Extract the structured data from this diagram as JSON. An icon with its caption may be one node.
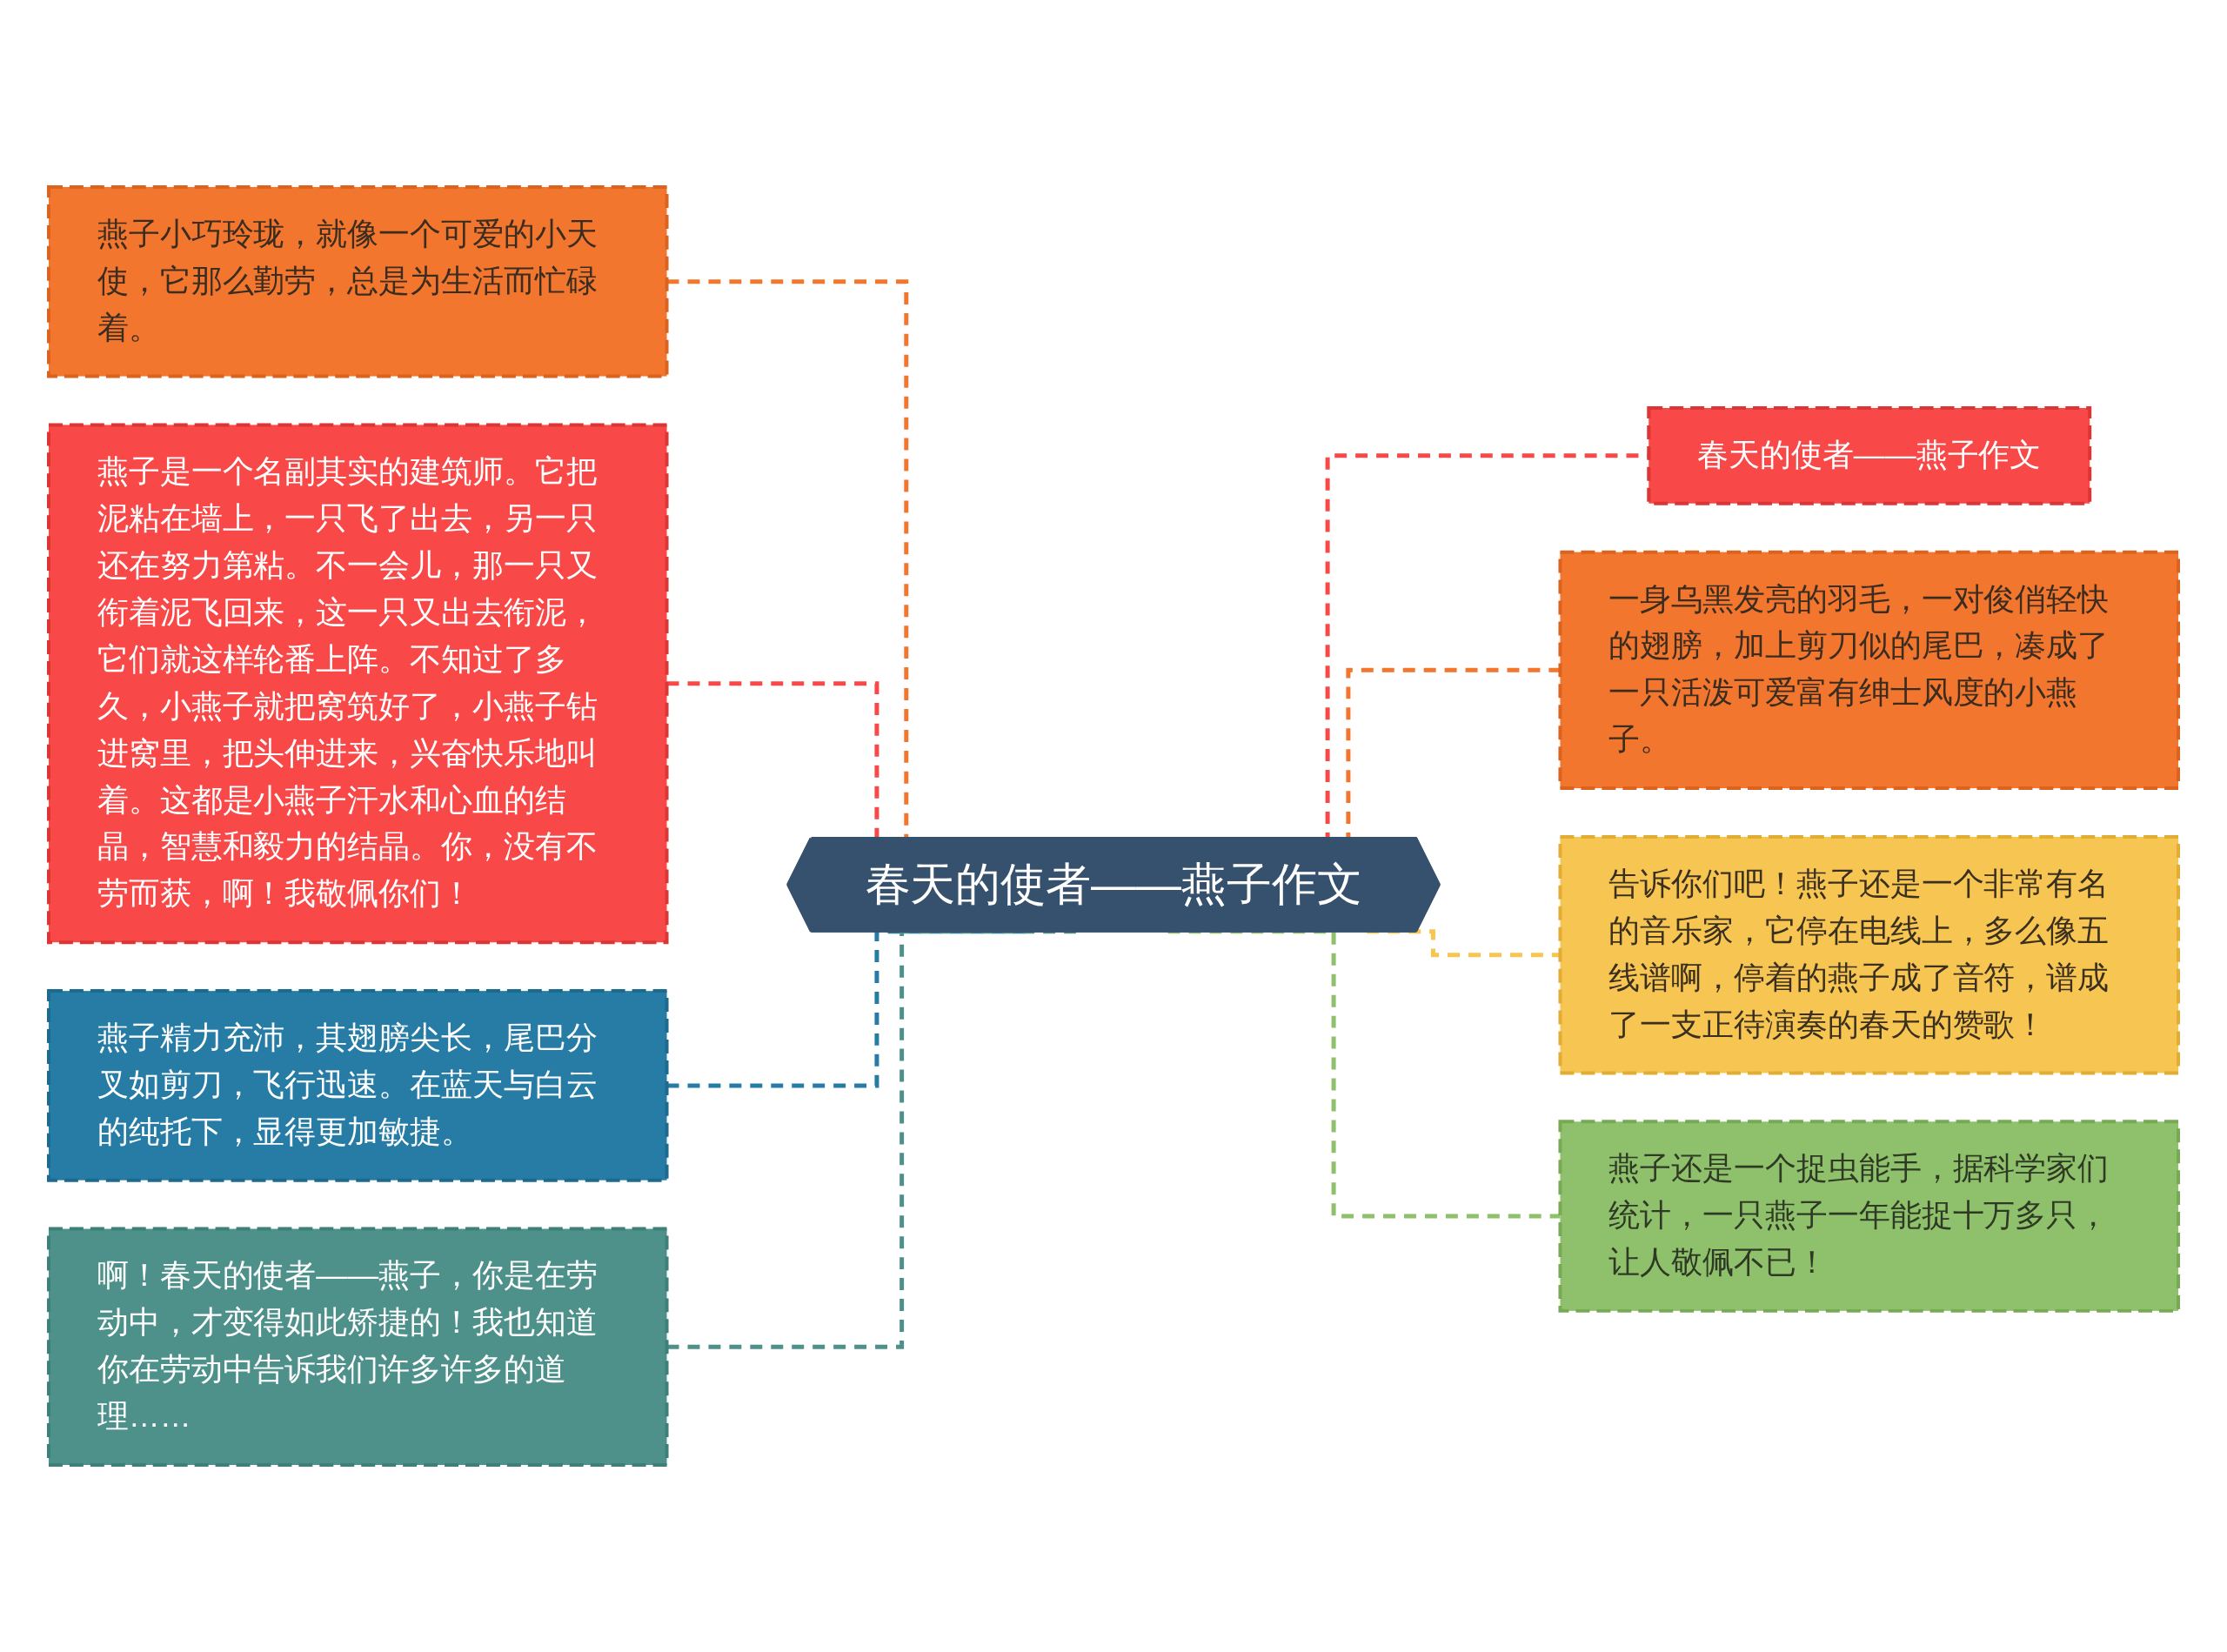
{
  "diagram": {
    "nodes": [
      {
        "text": [
          "春天的使者——燕子作文"
        ]
      },
      {
        "text": [
          "燕子小巧玲珑，就像一个可爱的小天使，它那么勤劳，总是为生活而忙碌着。"
        ]
      },
      {
        "text": [
          "燕子是一个名副其实的建筑师。它把泥粘在墙上，一只飞了出去，另一只还在努力第粘。不一会儿，那一只又衔着泥飞回来，这一只又出去衔泥，它们就这样轮番上阵。不知过了多久，小燕子就把窝筑好了，小燕子钻进窝里，把头伸进来，兴奋快乐地叫着。这都是小燕子汗水和心血的结晶，智慧和毅力的结晶。你，没有不劳而获，啊！我敬佩你们！"
        ]
      },
      {
        "text": [
          "燕子精力充沛，其翅膀尖长，尾巴分叉如剪刀，飞行迅速。在蓝天与白云的纯托下，显得更加敏捷。"
        ]
      },
      {
        "text": [
          "啊！春天的使者——燕子，你是在劳动中，才变得如此矫捷的！我也知道你在劳动中告诉我们许多许多的道理……"
        ]
      },
      {
        "text": [
          "春天的使者——燕子作文"
        ]
      },
      {
        "text": [
          "一身乌黑发亮的羽毛，一对俊俏轻快的翅膀，加上剪刀似的尾巴，凑成了一只活泼可爱富有绅士风度的小燕子。"
        ]
      },
      {
        "text": [
          "告诉你们吧！燕子还是一个非常有名的音乐家，它停在电线上，多么像五线谱啊，停着的燕子成了音符，谱成了一支正待演奏的春天的赞歌！"
        ]
      },
      {
        "text": [
          "燕子还是一个捉虫能手，据科学家们统计，一只燕子一年能捉十万多只，让人敬佩不已！"
        ]
      }
    ],
    "edges": [
      {
        "from": 1,
        "to": 0,
        "arrow": "none",
        "style": "dashed",
        "color": "#f2762e"
      },
      {
        "from": 2,
        "to": 0,
        "arrow": "none",
        "style": "dashed",
        "color": "#f84848"
      },
      {
        "from": 3,
        "to": 0,
        "arrow": "none",
        "style": "dashed",
        "color": "#277ca5"
      },
      {
        "from": 4,
        "to": 0,
        "arrow": "none",
        "style": "dashed",
        "color": "#4e918b"
      },
      {
        "from": 0,
        "to": 5,
        "arrow": "none",
        "style": "dashed",
        "color": "#f84848"
      },
      {
        "from": 0,
        "to": 6,
        "arrow": "none",
        "style": "dashed",
        "color": "#f2762e"
      },
      {
        "from": 0,
        "to": 7,
        "arrow": "none",
        "style": "dashed",
        "color": "#f7c551"
      },
      {
        "from": 0,
        "to": 8,
        "arrow": "none",
        "style": "dashed",
        "color": "#8fc06c"
      }
    ]
  }
}
